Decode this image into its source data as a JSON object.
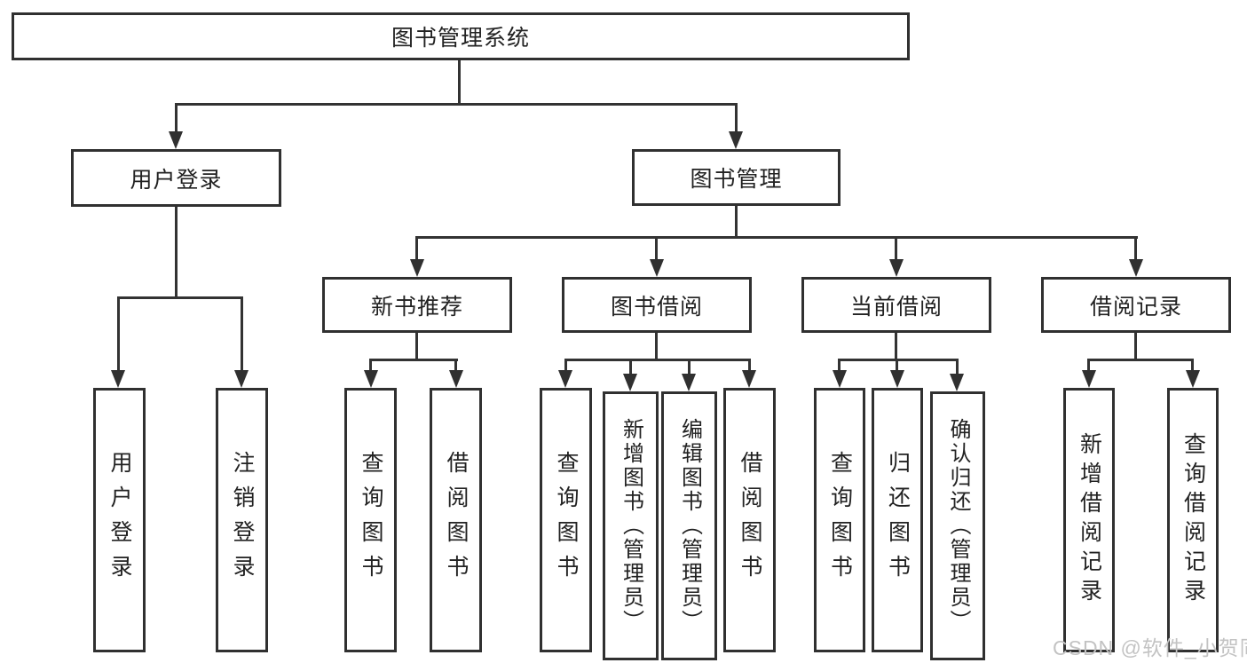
{
  "tree": {
    "label": "图书管理系统",
    "children": [
      {
        "label": "用户登录",
        "children": [
          {
            "label": "用户登录"
          },
          {
            "label": "注销登录"
          }
        ]
      },
      {
        "label": "图书管理",
        "children": [
          {
            "label": "新书推荐",
            "children": [
              {
                "label": "查询图书"
              },
              {
                "label": "借阅图书"
              }
            ]
          },
          {
            "label": "图书借阅",
            "children": [
              {
                "label": "查询图书"
              },
              {
                "label": "新增图书（管理员）"
              },
              {
                "label": "编辑图书（管理员）"
              },
              {
                "label": "借阅图书"
              }
            ]
          },
          {
            "label": "当前借阅",
            "children": [
              {
                "label": "查询图书"
              },
              {
                "label": "归还图书"
              },
              {
                "label": "确认归还（管理员）"
              }
            ]
          },
          {
            "label": "借阅记录",
            "children": [
              {
                "label": "新增借阅记录"
              },
              {
                "label": "查询借阅记录"
              }
            ]
          }
        ]
      }
    ]
  },
  "watermark": "CSDN @软件_小贺同学",
  "colors": {
    "line": "#333333",
    "box_border": "#303030",
    "text": "#222222",
    "watermark": "#c3c3c3",
    "background": "#ffffff"
  }
}
